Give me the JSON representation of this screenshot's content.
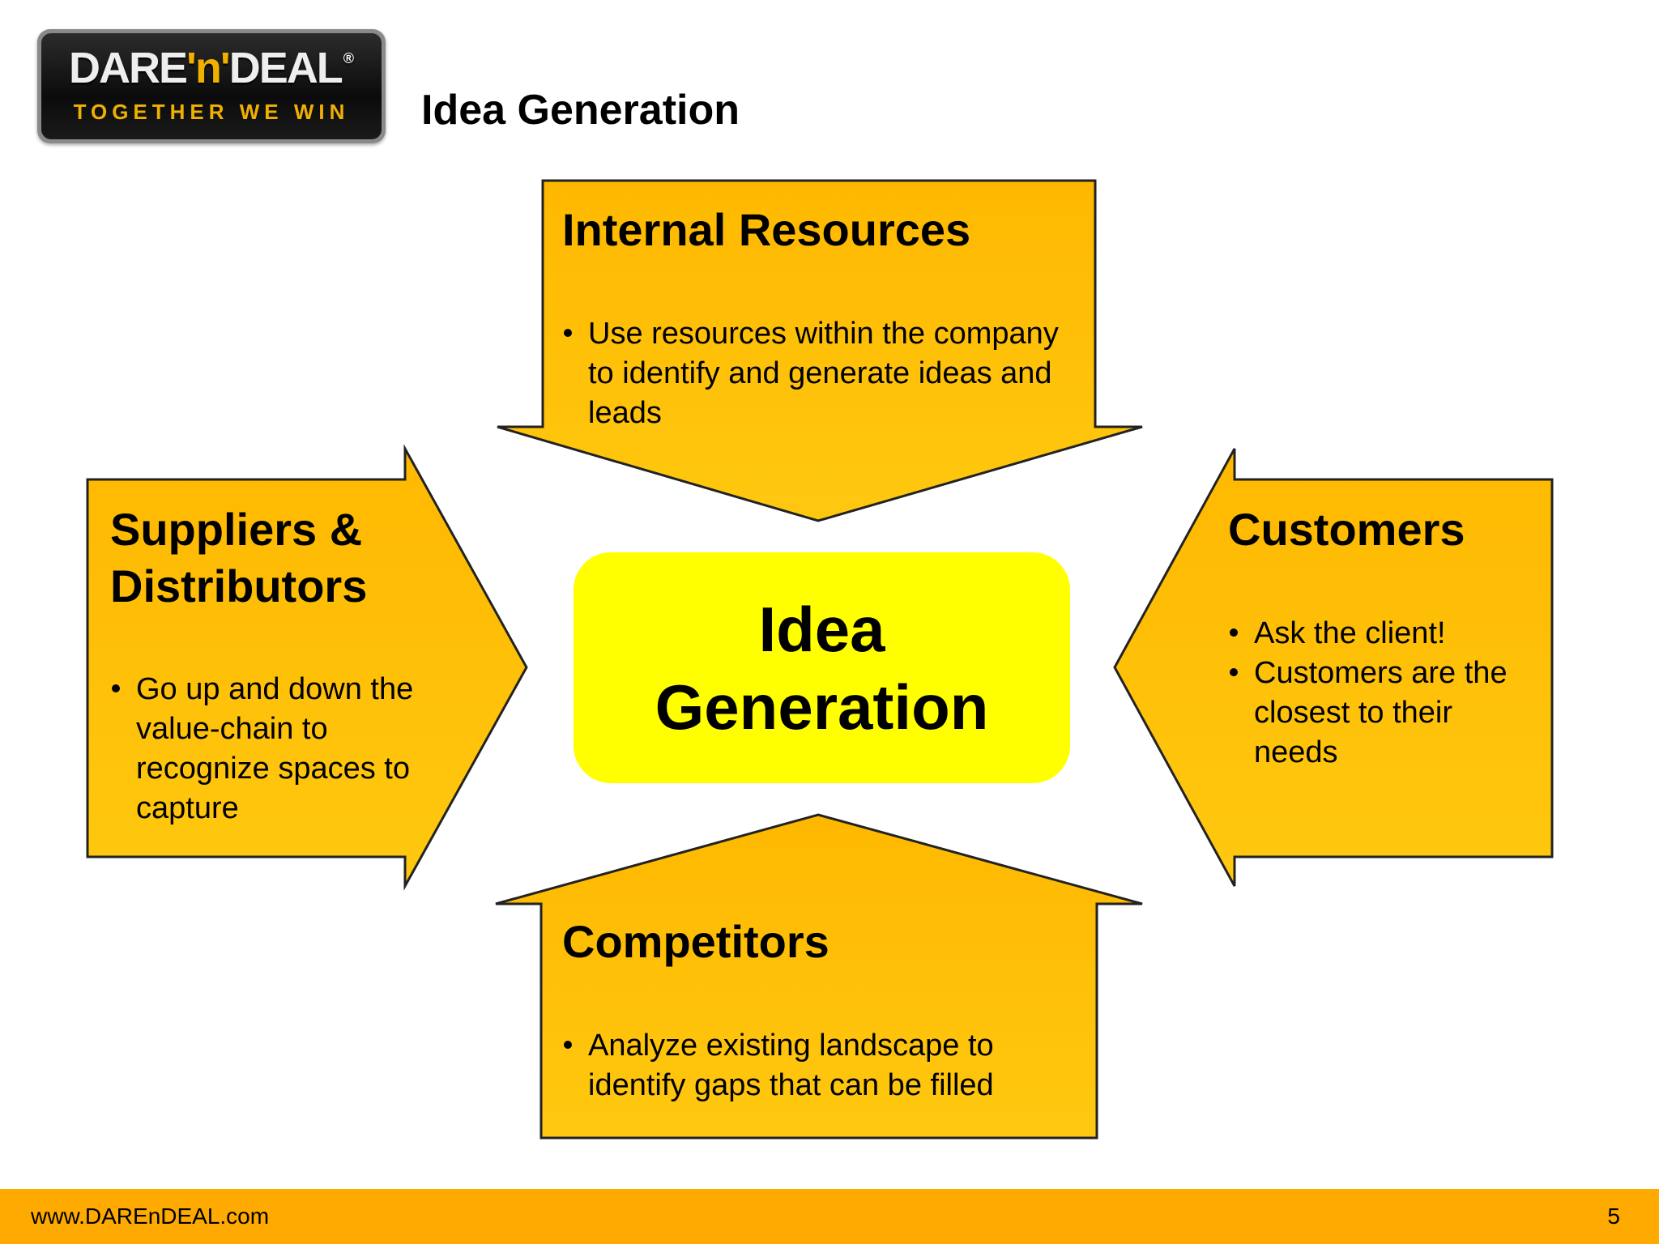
{
  "logo": {
    "brand_left": "DARE",
    "brand_mid": "'n'",
    "brand_right": "DEAL",
    "registered": "®",
    "tagline": "TOGETHER WE WIN"
  },
  "title": "Idea Generation",
  "center": {
    "label": "Idea\nGeneration"
  },
  "boxes": {
    "top": {
      "title": "Internal Resources",
      "bullets": [
        "Use resources within the company to identify and generate ideas and leads"
      ]
    },
    "left": {
      "title": "Suppliers & Distributors",
      "bullets": [
        "Go up and down the value-chain to recognize spaces to capture"
      ]
    },
    "right": {
      "title": "Customers",
      "bullets": [
        "Ask the client!",
        "Customers are the closest to their needs"
      ]
    },
    "bottom": {
      "title": "Competitors",
      "bullets": [
        "Analyze existing landscape to identify gaps that can be filled"
      ]
    }
  },
  "footer": {
    "url": "www.DAREnDEAL.com",
    "page": "5"
  },
  "colors": {
    "arrow_fill": "#ffc000",
    "center_fill": "#ffff00",
    "footer_bar": "#ffaa00"
  }
}
